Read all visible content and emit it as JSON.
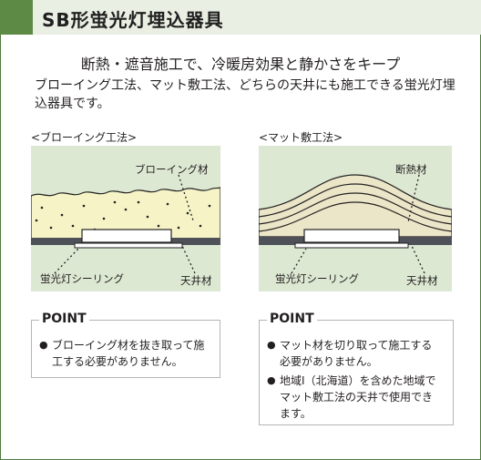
{
  "header": {
    "title": "SB形蛍光灯埋込器具"
  },
  "lead": "断熱・遮音施工で、冷暖房効果と静かさをキープ",
  "description": "ブローイング工法、マット敷工法、どちらの天井にも施工できる蛍光灯埋込器具です。",
  "colors": {
    "accent": "#5d8a45",
    "panel": "#dde8d2",
    "insulation": "#f6f4c6",
    "mat": "#ece6c8",
    "ceiling": "#4f5158"
  },
  "diagrams": [
    {
      "caption": "<ブローイング工法>",
      "labels": {
        "insulation": "ブローイング材",
        "fixture": "蛍光灯シーリング",
        "ceiling": "天井材"
      }
    },
    {
      "caption": "<マット敷工法>",
      "labels": {
        "insulation": "断熱材",
        "fixture": "蛍光灯シーリング",
        "ceiling": "天井材"
      }
    }
  ],
  "points": [
    {
      "title": "POINT",
      "items": [
        "ブローイング材を抜き取って施工する必要がありません。"
      ]
    },
    {
      "title": "POINT",
      "items": [
        "マット材を切り取って施工する必要がありません。",
        "地域Ⅰ（北海道）を含めた地域でマット敷工法の天井で使用できます。"
      ]
    }
  ]
}
